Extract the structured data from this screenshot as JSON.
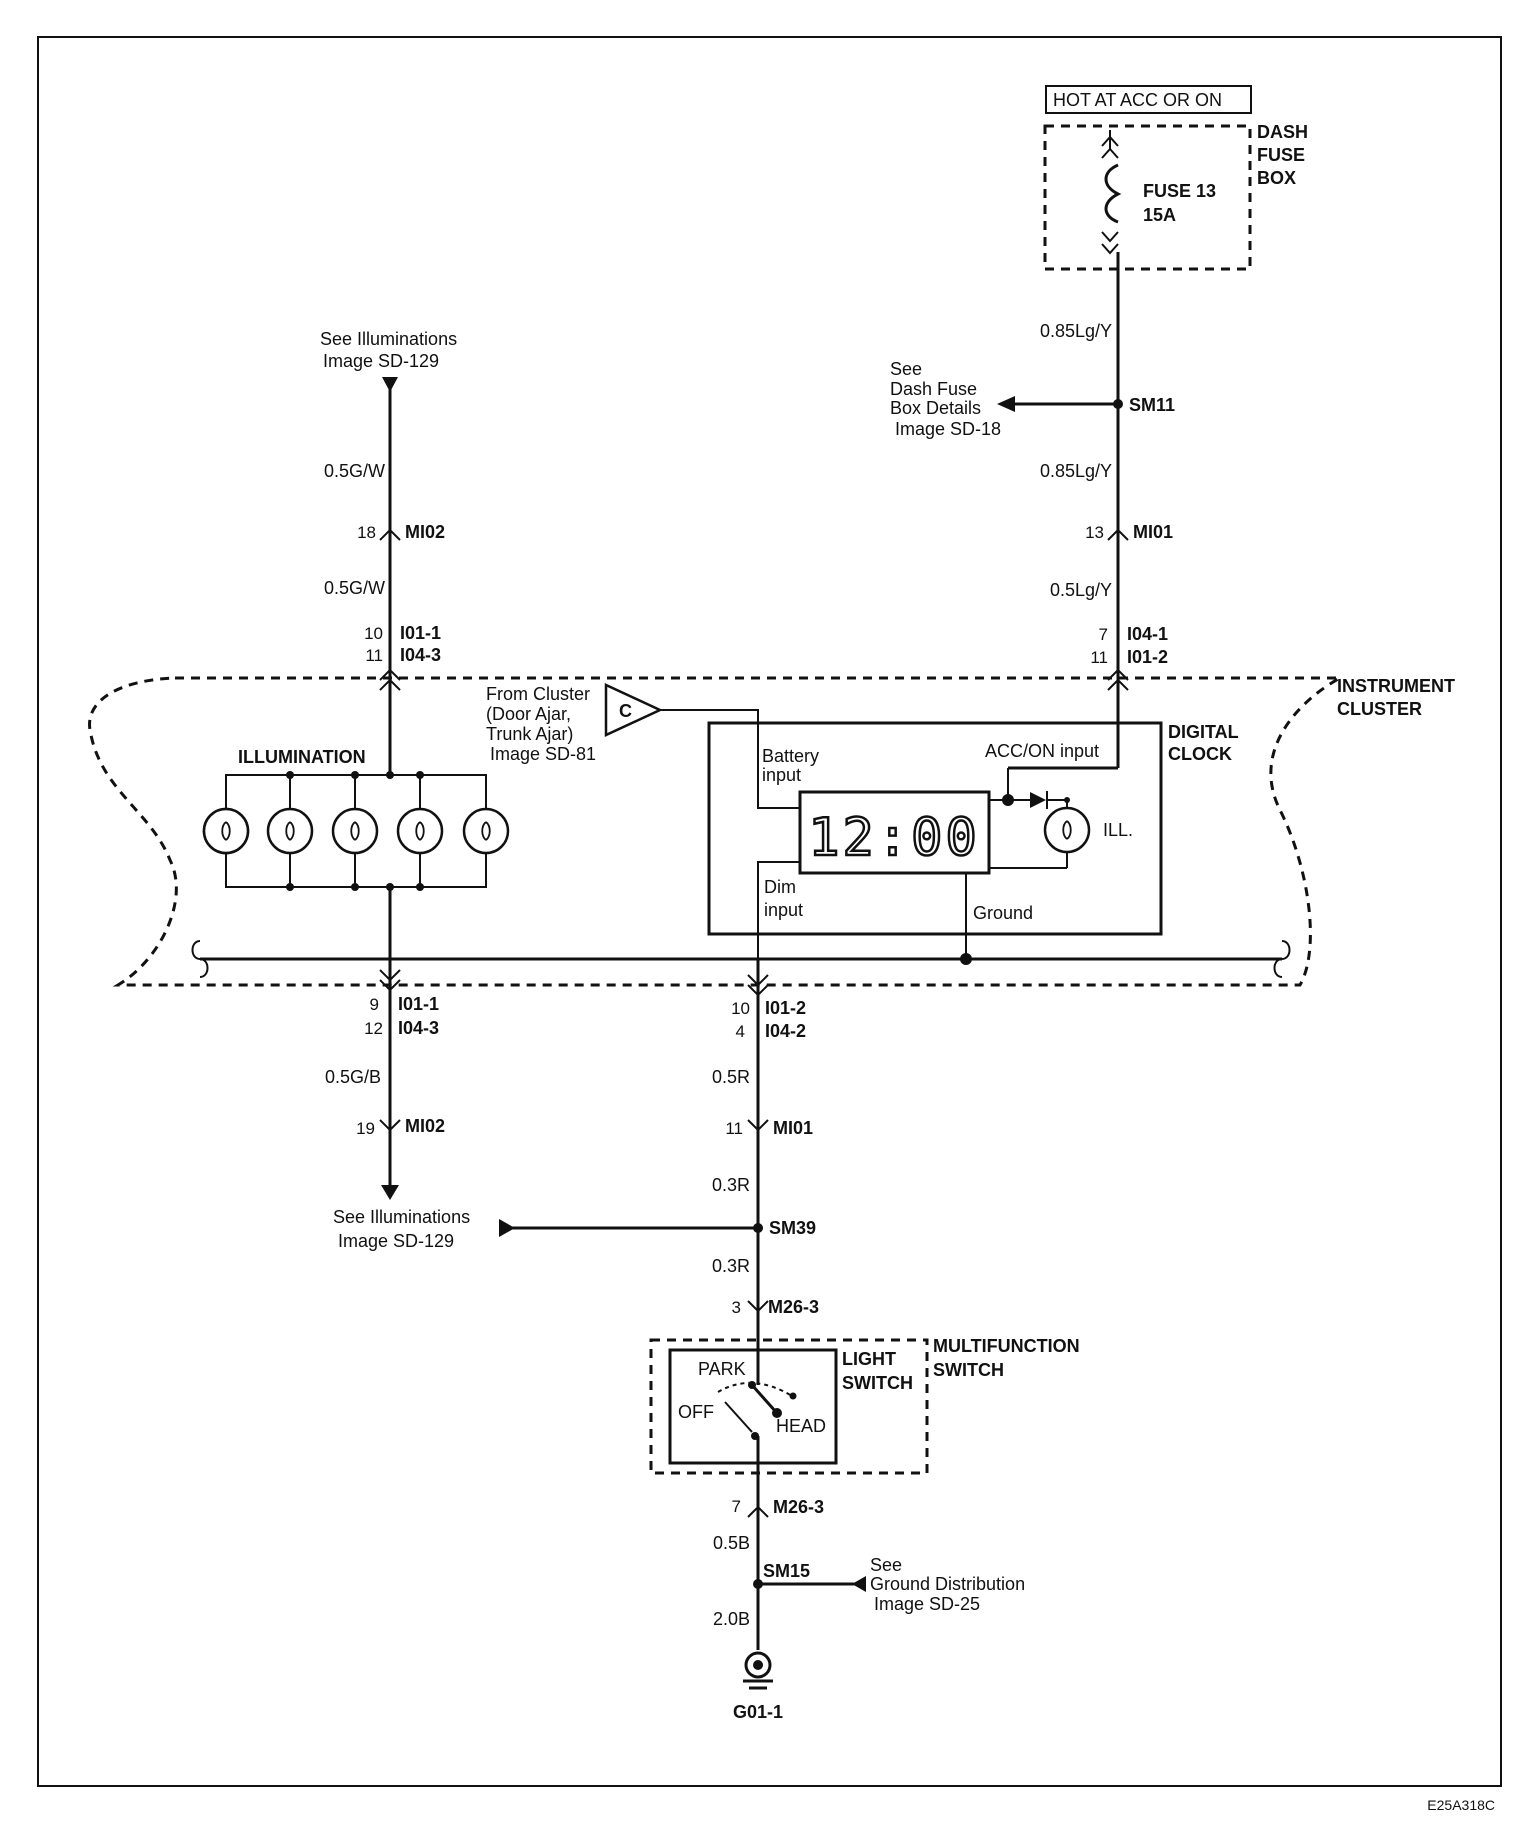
{
  "figure_id": "E25A318C",
  "power": {
    "hot_at": "HOT AT ACC OR ON",
    "fuse_box": [
      "DASH",
      "FUSE",
      "BOX"
    ],
    "fuse": [
      "FUSE 13",
      "15A"
    ]
  },
  "refs": {
    "illum_top": [
      "See Illuminations",
      "Image  SD-129"
    ],
    "fuse_details": [
      "See",
      "Dash Fuse",
      "Box Details",
      "Image   SD-18"
    ],
    "illum_bottom": [
      "See Illuminations",
      "Image   SD-129"
    ],
    "ground_dist": [
      "See",
      "Ground Distribution",
      "Image   SD-25"
    ],
    "from_cluster": [
      "From Cluster",
      "(Door Ajar,",
      "Trunk Ajar)",
      "Image   SD-81"
    ],
    "cluster_conn": "C"
  },
  "splices": {
    "sm11": "SM11",
    "sm39": "SM39",
    "sm15": "SM15"
  },
  "wires": {
    "lgy_085_a": "0.85Lg/Y",
    "lgy_085_b": "0.85Lg/Y",
    "lgy_05": "0.5Lg/Y",
    "gw_05_a": "0.5G/W",
    "gw_05_b": "0.5G/W",
    "gb_05": "0.5G/B",
    "r_05": "0.5R",
    "r_03_a": "0.3R",
    "r_03_b": "0.3R",
    "b_05": "0.5B",
    "b_20": "2.0B"
  },
  "connectors": {
    "mi02_top": {
      "pin": "18",
      "name": "MI02"
    },
    "i01_1_top": {
      "pin": "10",
      "name": "I01-1"
    },
    "i04_3_top": {
      "pin": "11",
      "name": "I04-3"
    },
    "mi01_top": {
      "pin": "13",
      "name": "MI01"
    },
    "i04_1_top": {
      "pin": "7",
      "name": "I04-1"
    },
    "i01_2_top": {
      "pin": "11",
      "name": "I01-2"
    },
    "i01_1_bot": {
      "pin": "9",
      "name": "I01-1"
    },
    "i04_3_bot": {
      "pin": "12",
      "name": "I04-3"
    },
    "mi02_bot": {
      "pin": "19",
      "name": "MI02"
    },
    "i01_2_bot": {
      "pin": "10",
      "name": "I01-2"
    },
    "i04_2_bot": {
      "pin": "4",
      "name": "I04-2"
    },
    "mi01_bot": {
      "pin": "11",
      "name": "MI01"
    },
    "m26_3_a": {
      "pin": "3",
      "name": "M26-3"
    },
    "m26_3_b": {
      "pin": "7",
      "name": "M26-3"
    }
  },
  "cluster": {
    "title": [
      "INSTRUMENT",
      "CLUSTER"
    ],
    "illumination": "ILLUMINATION",
    "clock_title": [
      "DIGITAL",
      "CLOCK"
    ],
    "clock_display": "12:00",
    "battery_input": [
      "Battery",
      "input"
    ],
    "acc_on_input": "ACC/ON input",
    "dim_input": [
      "Dim",
      "input"
    ],
    "ground": "Ground",
    "ill": "ILL."
  },
  "switch": {
    "light_switch": [
      "LIGHT",
      "SWITCH"
    ],
    "multifunction": [
      "MULTIFUNCTION",
      "SWITCH"
    ],
    "park": "PARK",
    "off": "OFF",
    "head": "HEAD"
  },
  "ground": {
    "name": "G01-1"
  }
}
